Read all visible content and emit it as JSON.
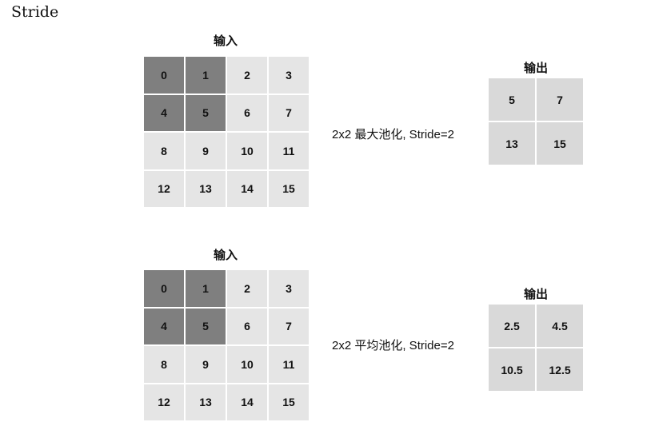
{
  "title": "Stride",
  "colors": {
    "highlight": "#7f7f7f",
    "cell": "#e5e5e5",
    "output_cell": "#d9d9d9"
  },
  "panels": [
    {
      "input_label": "输入",
      "input": [
        [
          "0",
          "1",
          "2",
          "3"
        ],
        [
          "4",
          "5",
          "6",
          "7"
        ],
        [
          "8",
          "9",
          "10",
          "11"
        ],
        [
          "12",
          "13",
          "14",
          "15"
        ]
      ],
      "highlighted": [
        [
          0,
          0
        ],
        [
          0,
          1
        ],
        [
          1,
          0
        ],
        [
          1,
          1
        ]
      ],
      "operation": "2x2 最大池化, Stride=2",
      "output_label": "输出",
      "output": [
        [
          "5",
          "7"
        ],
        [
          "13",
          "15"
        ]
      ]
    },
    {
      "input_label": "输入",
      "input": [
        [
          "0",
          "1",
          "2",
          "3"
        ],
        [
          "4",
          "5",
          "6",
          "7"
        ],
        [
          "8",
          "9",
          "10",
          "11"
        ],
        [
          "12",
          "13",
          "14",
          "15"
        ]
      ],
      "highlighted": [
        [
          0,
          0
        ],
        [
          0,
          1
        ],
        [
          1,
          0
        ],
        [
          1,
          1
        ]
      ],
      "operation": "2x2 平均池化, Stride=2",
      "output_label": "输出",
      "output": [
        [
          "2.5",
          "4.5"
        ],
        [
          "10.5",
          "12.5"
        ]
      ]
    }
  ]
}
